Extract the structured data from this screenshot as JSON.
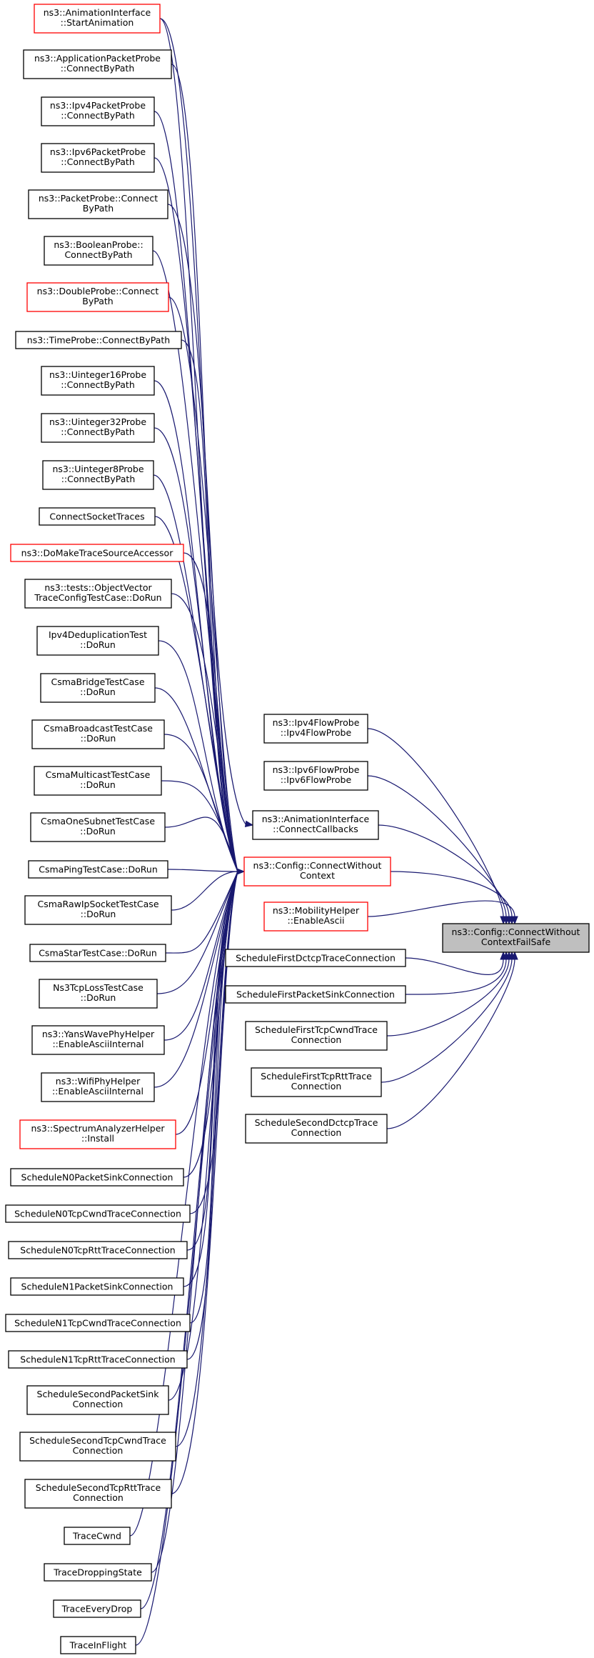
{
  "title": "",
  "colors": {
    "edge": "#191970",
    "box_border_linked": "#000000",
    "box_border_unlinked": "#ff0000",
    "target_fill": "#bfbfbf"
  },
  "nodes": {
    "target": [
      "ns3::Config::ConnectWithout",
      "ContextFailSafe"
    ],
    "cwc": [
      "ns3::Config::ConnectWithout",
      "Context"
    ],
    "acb": [
      "ns3::AnimationInterface",
      "::ConnectCallbacks"
    ],
    "l0": [
      "ns3::AnimationInterface",
      "::StartAnimation"
    ],
    "l1": [
      "ns3::ApplicationPacketProbe",
      "::ConnectByPath"
    ],
    "l2": [
      "ns3::Ipv4PacketProbe",
      "::ConnectByPath"
    ],
    "l3": [
      "ns3::Ipv6PacketProbe",
      "::ConnectByPath"
    ],
    "l4": [
      "ns3::PacketProbe::Connect",
      "ByPath"
    ],
    "l5": [
      "ns3::BooleanProbe::",
      "ConnectByPath"
    ],
    "l6": [
      "ns3::DoubleProbe::Connect",
      "ByPath"
    ],
    "l7": [
      "ns3::TimeProbe::ConnectByPath"
    ],
    "l8": [
      "ns3::Uinteger16Probe",
      "::ConnectByPath"
    ],
    "l9": [
      "ns3::Uinteger32Probe",
      "::ConnectByPath"
    ],
    "l10": [
      "ns3::Uinteger8Probe",
      "::ConnectByPath"
    ],
    "l11": [
      "ConnectSocketTraces"
    ],
    "l12": [
      "ns3::DoMakeTraceSourceAccessor"
    ],
    "l13": [
      "ns3::tests::ObjectVector",
      "TraceConfigTestCase::DoRun"
    ],
    "l14": [
      "Ipv4DeduplicationTest",
      "::DoRun"
    ],
    "l15": [
      "CsmaBridgeTestCase",
      "::DoRun"
    ],
    "l16": [
      "CsmaBroadcastTestCase",
      "::DoRun"
    ],
    "l17": [
      "CsmaMulticastTestCase",
      "::DoRun"
    ],
    "l18": [
      "CsmaOneSubnetTestCase",
      "::DoRun"
    ],
    "l19": [
      "CsmaPingTestCase::DoRun"
    ],
    "l20": [
      "CsmaRawIpSocketTestCase",
      "::DoRun"
    ],
    "l21": [
      "CsmaStarTestCase::DoRun"
    ],
    "l22": [
      "Ns3TcpLossTestCase",
      "::DoRun"
    ],
    "l23": [
      "ns3::YansWavePhyHelper",
      "::EnableAsciiInternal"
    ],
    "l24": [
      "ns3::WifiPhyHelper",
      "::EnableAsciiInternal"
    ],
    "l25": [
      "ns3::SpectrumAnalyzerHelper",
      "::Install"
    ],
    "l26": [
      "ScheduleN0PacketSinkConnection"
    ],
    "l27": [
      "ScheduleN0TcpCwndTraceConnection"
    ],
    "l28": [
      "ScheduleN0TcpRttTraceConnection"
    ],
    "l29": [
      "ScheduleN1PacketSinkConnection"
    ],
    "l30": [
      "ScheduleN1TcpCwndTraceConnection"
    ],
    "l31": [
      "ScheduleN1TcpRttTraceConnection"
    ],
    "l32": [
      "ScheduleSecondPacketSink",
      "Connection"
    ],
    "l33": [
      "ScheduleSecondTcpCwndTrace",
      "Connection"
    ],
    "l34": [
      "ScheduleSecondTcpRttTrace",
      "Connection"
    ],
    "l35": [
      "TraceCwnd"
    ],
    "l36": [
      "TraceDroppingState"
    ],
    "l37": [
      "TraceEveryDrop"
    ],
    "l38": [
      "TraceInFlight"
    ],
    "m0": [
      "ns3::Ipv4FlowProbe",
      "::Ipv4FlowProbe"
    ],
    "m1": [
      "ns3::Ipv6FlowProbe",
      "::Ipv6FlowProbe"
    ],
    "m2": [
      "ns3::MobilityHelper",
      "::EnableAscii"
    ],
    "m3": [
      "ScheduleFirstDctcpTraceConnection"
    ],
    "m4": [
      "ScheduleFirstPacketSinkConnection"
    ],
    "m5": [
      "ScheduleFirstTcpCwndTrace",
      "Connection"
    ],
    "m6": [
      "ScheduleFirstTcpRttTrace",
      "Connection"
    ],
    "m7": [
      "ScheduleSecondDctcpTrace",
      "Connection"
    ]
  }
}
